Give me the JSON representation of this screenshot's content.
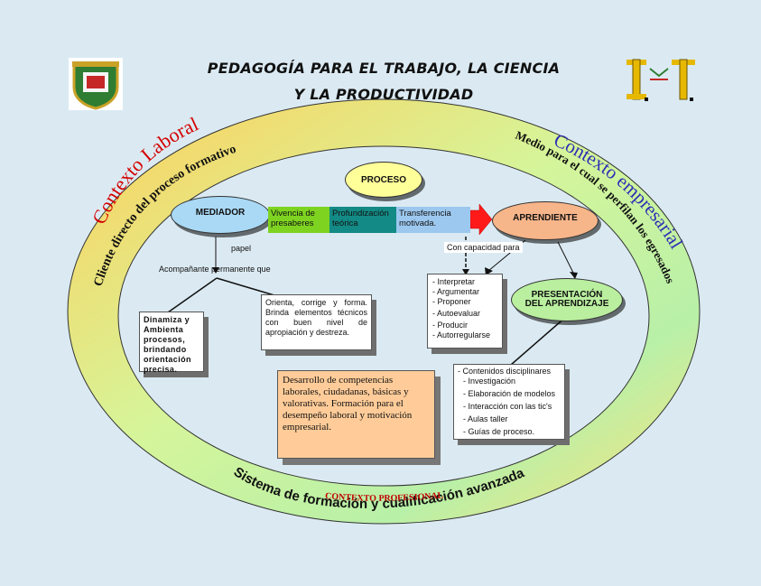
{
  "title": {
    "line1": "PEDAGOGÍA PARA EL TRABAJO, LA CIENCIA",
    "line2": "Y LA PRODUCTIVIDAD"
  },
  "ring": {
    "left_context": "Contexto Laboral",
    "left_sub": "Cliente directo del proceso formativo",
    "right_context": "Contexto empresarial",
    "right_sub": "Medio para el cual se perfilan los egresados",
    "bottom_context": "CONTEXTO PROFESIONAL",
    "bottom_sub": "Sistema de formación y cualificación avanzada"
  },
  "nodes": {
    "proceso": "PROCESO",
    "mediador": "MEDIADOR",
    "aprendiente": "APRENDIENTE",
    "presentacion": "PRESENTACIÓN DEL APRENDIZAJE"
  },
  "flow_bar": {
    "vivencia": "Vivencia de presaberes",
    "profundizacion": "Profundización teórica",
    "transferencia": "Transferencia motivada."
  },
  "labels": {
    "papel": "papel",
    "acompanante": "Acompañante permanente que",
    "con_capacidad": "Con capacidad para"
  },
  "boxes": {
    "dinamiza": "Dinamiza y Ambienta procesos, brindando orientación precisa.",
    "orienta": "Orienta, corrige y forma. Brinda elementos técnicos con buen nivel de apropiación y destreza.",
    "desarrollo": "Desarrollo de competencias laborales, ciudadanas, básicas y valorativas. Formación para el desempeño laboral y motivación empresarial."
  },
  "capacidades": [
    "- Interpretar",
    "- Argumentar",
    "- Proponer",
    "- Autoevaluar",
    "- Producir",
    "- Autorregularse"
  ],
  "presentacion_items": [
    "- Contenidos disciplinares",
    "- Investigación",
    "- Elaboración de modelos",
    "- Interacción con las tic's",
    "- Aulas taller",
    "- Guías de proceso."
  ],
  "colors": {
    "background": "#dbeaf2",
    "ring_gradient": [
      "#ffd36b",
      "#c8f5a0",
      "#fff3b0"
    ],
    "proceso_fill": "#ffff99",
    "mediador_fill": "#a9d9f5",
    "aprendiente_fill": "#f7b58a",
    "presentacion_fill": "#b9ef9f",
    "vivencia_fill": "#7ed321",
    "profundizacion_fill": "#138a85",
    "transferencia_fill": "#9cc8ef",
    "arrow_fill": "#ff1a1a",
    "desarrollo_fill": "#ffcc99"
  }
}
